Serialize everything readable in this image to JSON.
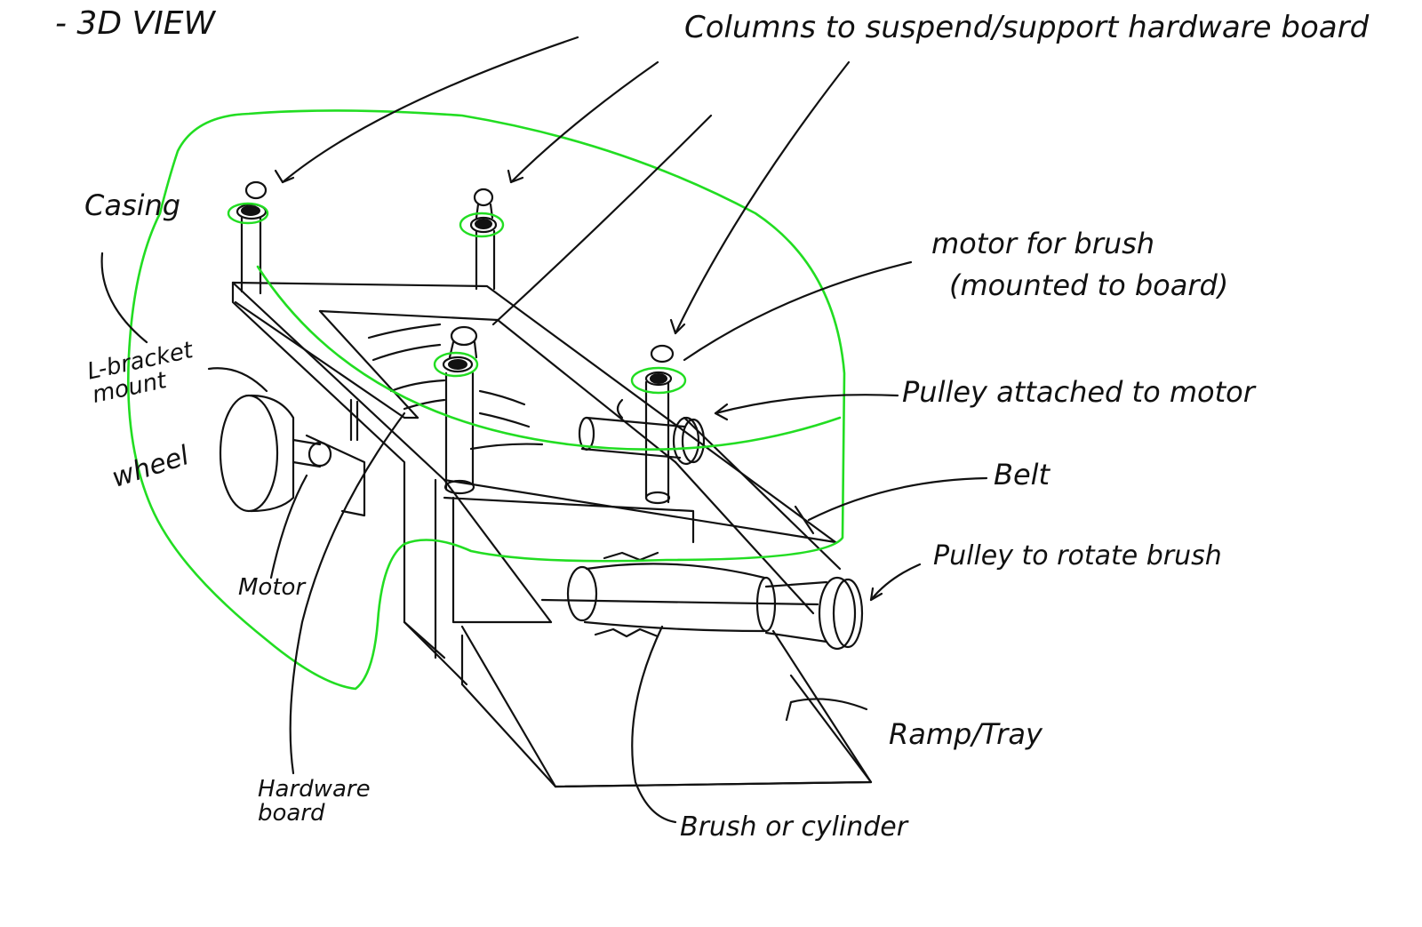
{
  "view_title": "- 3D VIEW",
  "annotations": {
    "columns": "Columns to suspend/support hardware board",
    "casing": "Casing",
    "l_bracket": "L-bracket mount",
    "wheel": "wheel",
    "motor": "Motor",
    "hardware_board": "Hardware board",
    "motor_for_brush": "motor for brush",
    "motor_for_brush_note": "(mounted to board)",
    "pulley_motor": "Pulley attached to motor",
    "belt": "Belt",
    "pulley_brush": "Pulley to rotate brush",
    "ramp_tray": "Ramp/Tray",
    "brush_cylinder": "Brush or cylinder"
  },
  "colors": {
    "ink": "#111111",
    "casing_outline": "#22dd22",
    "background": "#ffffff"
  }
}
